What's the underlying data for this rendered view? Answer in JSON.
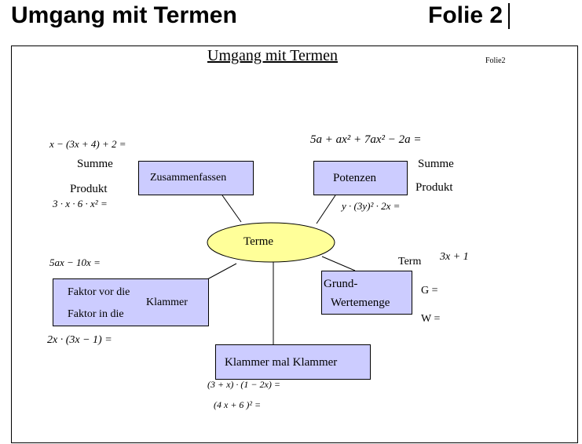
{
  "header": {
    "title": "Umgang mit Termen",
    "slide": "Folie 2"
  },
  "slide": {
    "title": "Umgang mit Termen",
    "tag": "Folie2",
    "center": "Terme",
    "nodes": {
      "zusammenfassen": "Zusammenfassen",
      "potenzen": "Potenzen",
      "faktor": {
        "line1": "Faktor vor die",
        "line2": "Klammer",
        "line3": "Faktor in die"
      },
      "grundmenge": {
        "line1": "Grund-",
        "line2": "Wertemenge"
      },
      "klammer": "Klammer mal Klammer"
    },
    "labels": {
      "summe_left": "Summe",
      "produkt_left": "Produkt",
      "summe_right": "Summe",
      "produkt_right": "Produkt",
      "term": "Term",
      "g": "G =",
      "w": "W ="
    },
    "formulas": {
      "f1": "x − (3x + 4) + 2  =",
      "f2": "5a + ax² + 7ax² − 2a =",
      "f3": "3 · x · 6 · x²  =",
      "f4": "y · (3y)² · 2x  =",
      "f5": "5ax − 10x  =",
      "f6": "3x + 1",
      "f7": "2x · (3x − 1)  =",
      "f8": "(3 + x) · (1 − 2x)  =",
      "f9": "(4 x  +  6 )²   ="
    }
  }
}
